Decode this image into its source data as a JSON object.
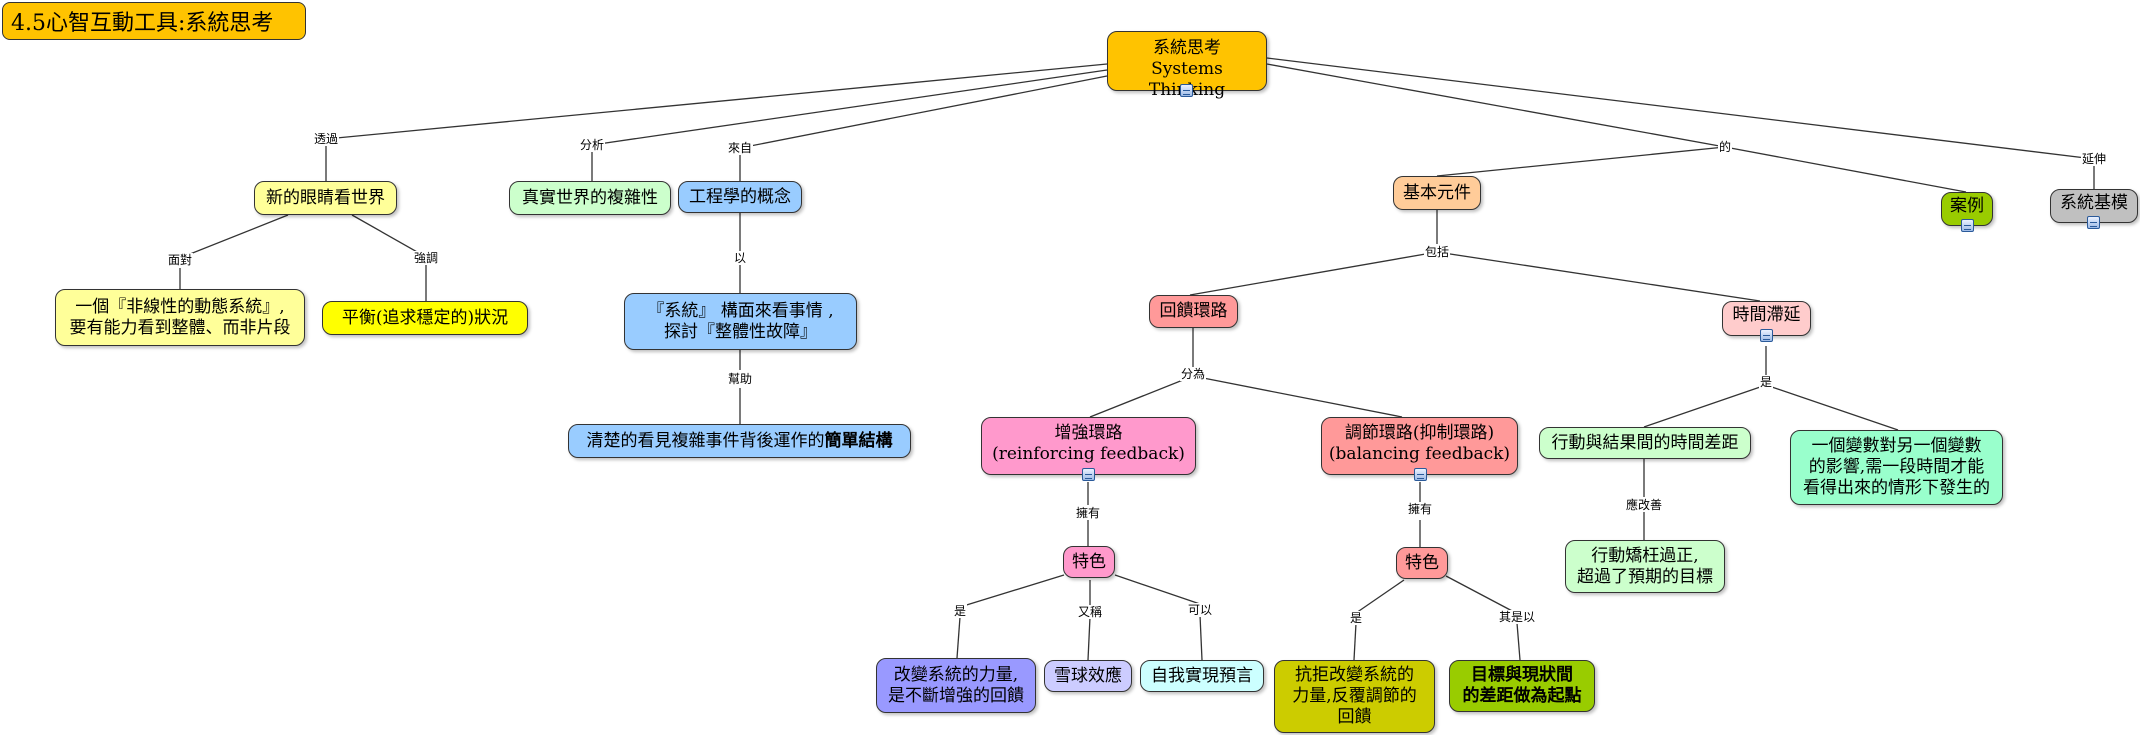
{
  "title": "4.5心智互動工具:系統思考",
  "colors": {
    "root": "#ffc300",
    "yellow_light": "#ffff99",
    "yellow": "#ffff00",
    "green_light": "#ccffcc",
    "blue": "#99ccff",
    "orange": "#ffcc99",
    "olive_green": "#99cc00",
    "gray": "#c0c0c0",
    "red": "#ff9999",
    "pink_light": "#ffcccc",
    "pink": "#ff99cc",
    "purple": "#9999ff",
    "lavender": "#ccccff",
    "cyan_light": "#ccffff",
    "olive": "#cccc00",
    "mint": "#99ffcc",
    "line": "#333333"
  },
  "nodes": {
    "root": "系統思考\nSystems Thinking",
    "new_eyes": "新的眼睛看世界",
    "nonlinear": "一個『非線性的動態系統』,\n要有能力看到整體、而非片段",
    "balance": "平衡(追求穩定的)狀況",
    "complexity": "真實世界的複雜性",
    "engineering": "工程學的概念",
    "system_view": "『系統』 構面來看事情  ,\n探討『整體性故障』",
    "simple_structure_prefix": "清楚的看見複雜事件背後運作的",
    "simple_structure_bold": "簡單結構",
    "basic_elements": "基本元件",
    "cases": "案例",
    "archetypes": "系統基模",
    "feedback_loop": "回饋環路",
    "time_delay": "時間滯延",
    "reinforcing": "增強環路\n(reinforcing feedback)",
    "balancing": "調節環路(抑制環路)\n(balancing feedback)",
    "feature_r": "特色",
    "feature_b": "特色",
    "reinforce_power": "改變系統的力量,\n是不斷增強的回饋",
    "snowball": "雪球效應",
    "self_fulfilling": "自我實現預言",
    "resist_change": "抗拒改變系統的\n力量,反覆調節的\n回饋",
    "goal_gap": "目標與現狀間\n的差距做為起點",
    "action_gap": "行動與結果間的時間差距",
    "variable_effect": "一個變數對另一個變數\n的影響,需一段時間才能\n看得出來的情形下發生的",
    "overcorrect": "行動矯枉過正,\n超過了預期的目標"
  },
  "links": {
    "via": "透過",
    "analyze": "分析",
    "from": "來自",
    "of": "的",
    "extend": "延伸",
    "face": "面對",
    "emphasize": "強調",
    "by": "以",
    "help": "幫助",
    "include": "包括",
    "divide": "分為",
    "is": "是",
    "have_r": "擁有",
    "have_b": "擁有",
    "is_r": "是",
    "aka": "又稱",
    "can": "可以",
    "is_b": "是",
    "which_is": "其是以",
    "should_improve": "應改善"
  }
}
